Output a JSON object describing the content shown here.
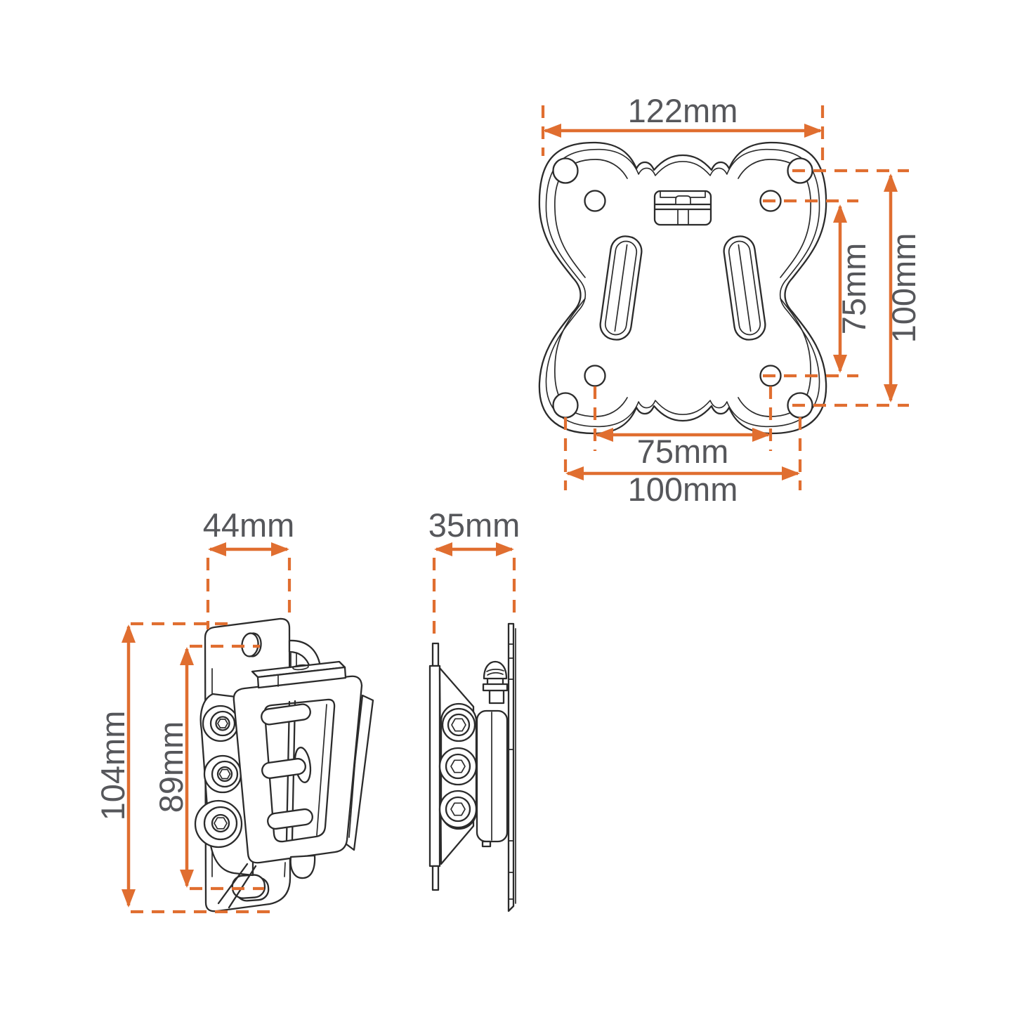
{
  "palette": {
    "dimension_color": "#e06e30",
    "label_color": "#56575b",
    "line_color": "#2b2b2b",
    "background": "#ffffff"
  },
  "views": {
    "front": {
      "dims": {
        "width": "122mm",
        "vesa_inner_vertical": "75mm",
        "vesa_outer_vertical": "100mm",
        "vesa_inner_horizontal": "75mm",
        "vesa_outer_horizontal": "100mm"
      }
    },
    "perspective": {
      "dims": {
        "depth": "44mm",
        "height": "104mm",
        "hole_spacing_height": "89mm"
      }
    },
    "side": {
      "dims": {
        "depth": "35mm"
      }
    }
  }
}
